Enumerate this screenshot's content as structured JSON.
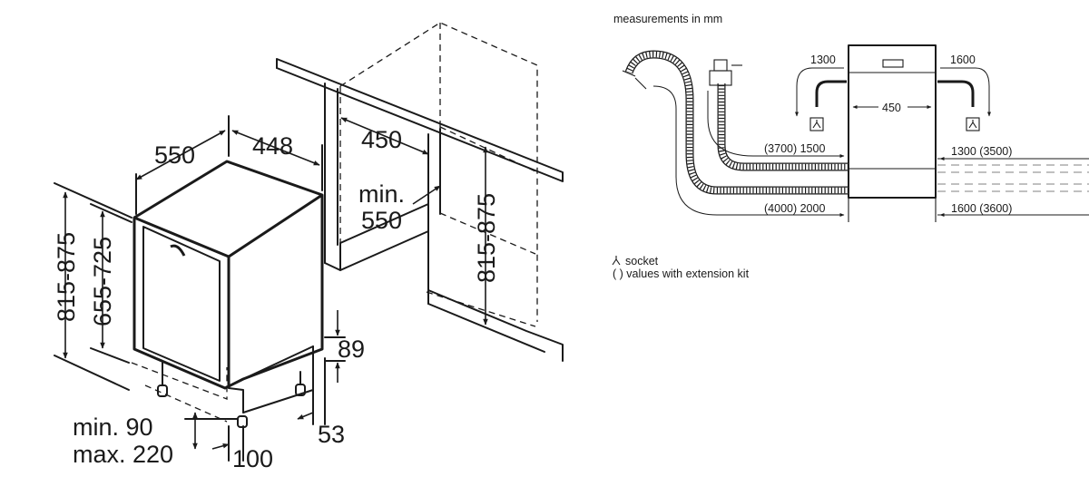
{
  "left_diagram": {
    "height_total": "815-875",
    "height_door": "655-725",
    "depth": "550",
    "width": "448",
    "niche_width": "450",
    "niche_depth_min": "min.",
    "niche_depth_value": "550",
    "niche_height": "815-875",
    "plinth_height": "89",
    "plinth_offset": "53",
    "plinth_min": "min. 90",
    "plinth_max": "max. 220",
    "plinth_depth": "100"
  },
  "right_diagram": {
    "units_note": "measurements in mm",
    "socket_left": "1300",
    "socket_right": "1600",
    "appliance_width": "450",
    "drain_hose": "(3700) 1500",
    "water_hose": "(4000) 2000",
    "power_cable_right": "1300 (3500)",
    "water_hose_right": "1600 (3600)",
    "legend_socket": "socket",
    "legend_extension": "( ) values with extension kit"
  }
}
